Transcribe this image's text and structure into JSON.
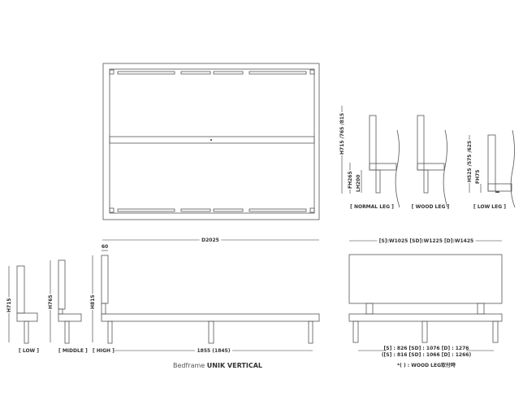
{
  "leg_types": {
    "height_label": "H715 /765 /815",
    "fh_label": "FH265",
    "lh_label": "LH200",
    "low_height_label": "H525 /575 /625",
    "low_fh_label": "FH75",
    "normal": "[ NORMAL LEG ]",
    "wood": "[ WOOD LEG ]",
    "low": "[ LOW LEG ]"
  },
  "side_views": {
    "low_height": "H715",
    "middle_height": "H765",
    "high_height": "H815",
    "low": "[ LOW ]",
    "middle": "[ MIDDLE ]",
    "high": "[ HIGH ]",
    "depth": "D2025",
    "headboard_thickness": "60",
    "leg_span": "1855 (1845)"
  },
  "front_view": {
    "width": "[S]:W1025 [SD]:W1225 [D]:W1425",
    "leg_span_1": "[S] : 826  [SD] : 1076  [D] : 1276",
    "leg_span_2": "([S] : 816  [SD] : 1066  [D] : 1266)",
    "note": "*( ) : WOOD LEG取付時"
  },
  "caption": {
    "prefix": "Bedframe ",
    "name": "UNIK VERTICAL"
  }
}
